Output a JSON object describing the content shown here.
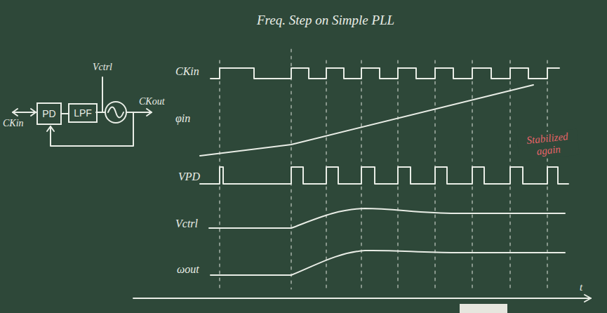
{
  "diagram": {
    "title": "Freq. Step on Simple PLL",
    "nodes": [
      {
        "text": [
          "PD"
        ]
      },
      {
        "text": [
          "LPF"
        ]
      }
    ],
    "edges": [
      {
        "from": 0,
        "to": 1,
        "arrow": "none"
      }
    ],
    "labels": [
      "Vctrl",
      "CKout",
      "CKin",
      "CKin",
      "φin",
      "VPD",
      "Vctrl",
      "ωout",
      "Stabilized again",
      "t"
    ]
  }
}
